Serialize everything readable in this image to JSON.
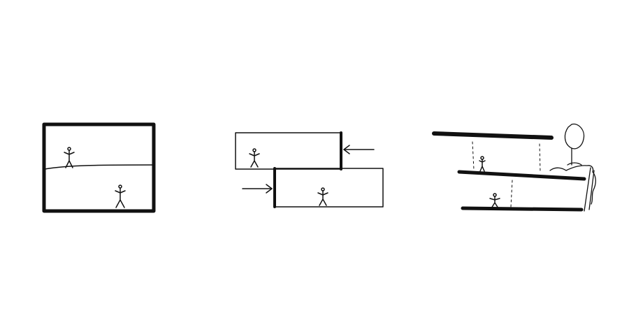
{
  "colors": {
    "background": "#ffffff",
    "ink": "#111111"
  },
  "panels": [
    {
      "id": "stacked-section",
      "description_icon": "stacked-floors-icon",
      "figures": 2
    },
    {
      "id": "shifted-section",
      "description_icon": "offset-volumes-icon",
      "figures": 2,
      "arrows": 2
    },
    {
      "id": "terraced-section",
      "description_icon": "cantilevered-slabs-icon",
      "figures": 2,
      "tree": 1
    }
  ]
}
